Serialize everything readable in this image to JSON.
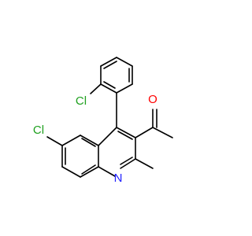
{
  "atoms": {
    "cl_top": "Cl",
    "cl_left": "Cl",
    "oxygen": "O",
    "nitrogen": "N"
  },
  "colors": {
    "background": "#ffffff",
    "bond": "#000000",
    "chlorine": "#1fa01f",
    "oxygen": "#ff0000",
    "nitrogen": "#2020ff"
  }
}
